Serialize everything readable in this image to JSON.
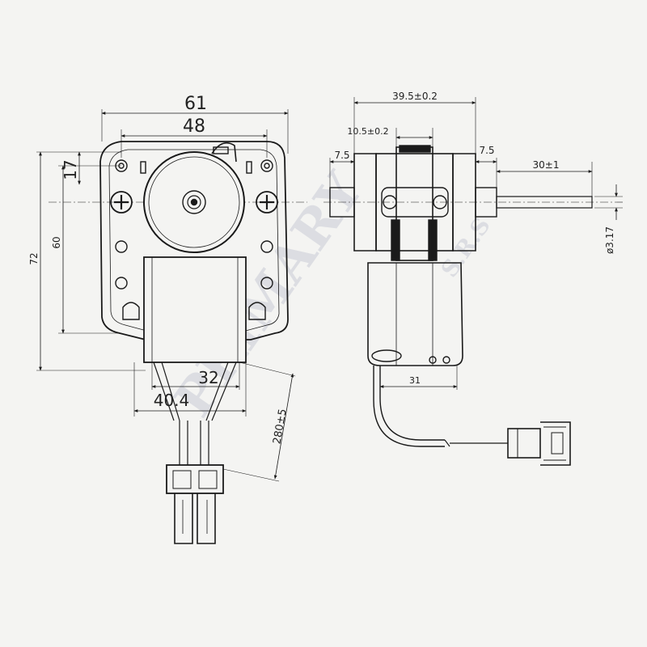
{
  "front_view": {
    "dims": {
      "width_overall": "61",
      "width_mount": "48",
      "height_top": "17",
      "height_mount": "60",
      "height_overall": "72",
      "coil_width": "32",
      "base_width": "40.4",
      "lead_length": "280±5"
    }
  },
  "side_view": {
    "dims": {
      "body_width": "39.5±0.2",
      "core_width": "10.5±0.2",
      "left_boss": "7.5",
      "right_boss": "7.5",
      "shaft_length": "30±1",
      "shaft_diameter": "ø3.17",
      "bracket_width": "31"
    }
  },
  "watermark": {
    "main": "PRIMARY",
    "sub": "S.R.S"
  },
  "colors": {
    "line": "#1a1a1a",
    "paper": "#f4f4f2",
    "watermark": "#c9ccd6"
  }
}
